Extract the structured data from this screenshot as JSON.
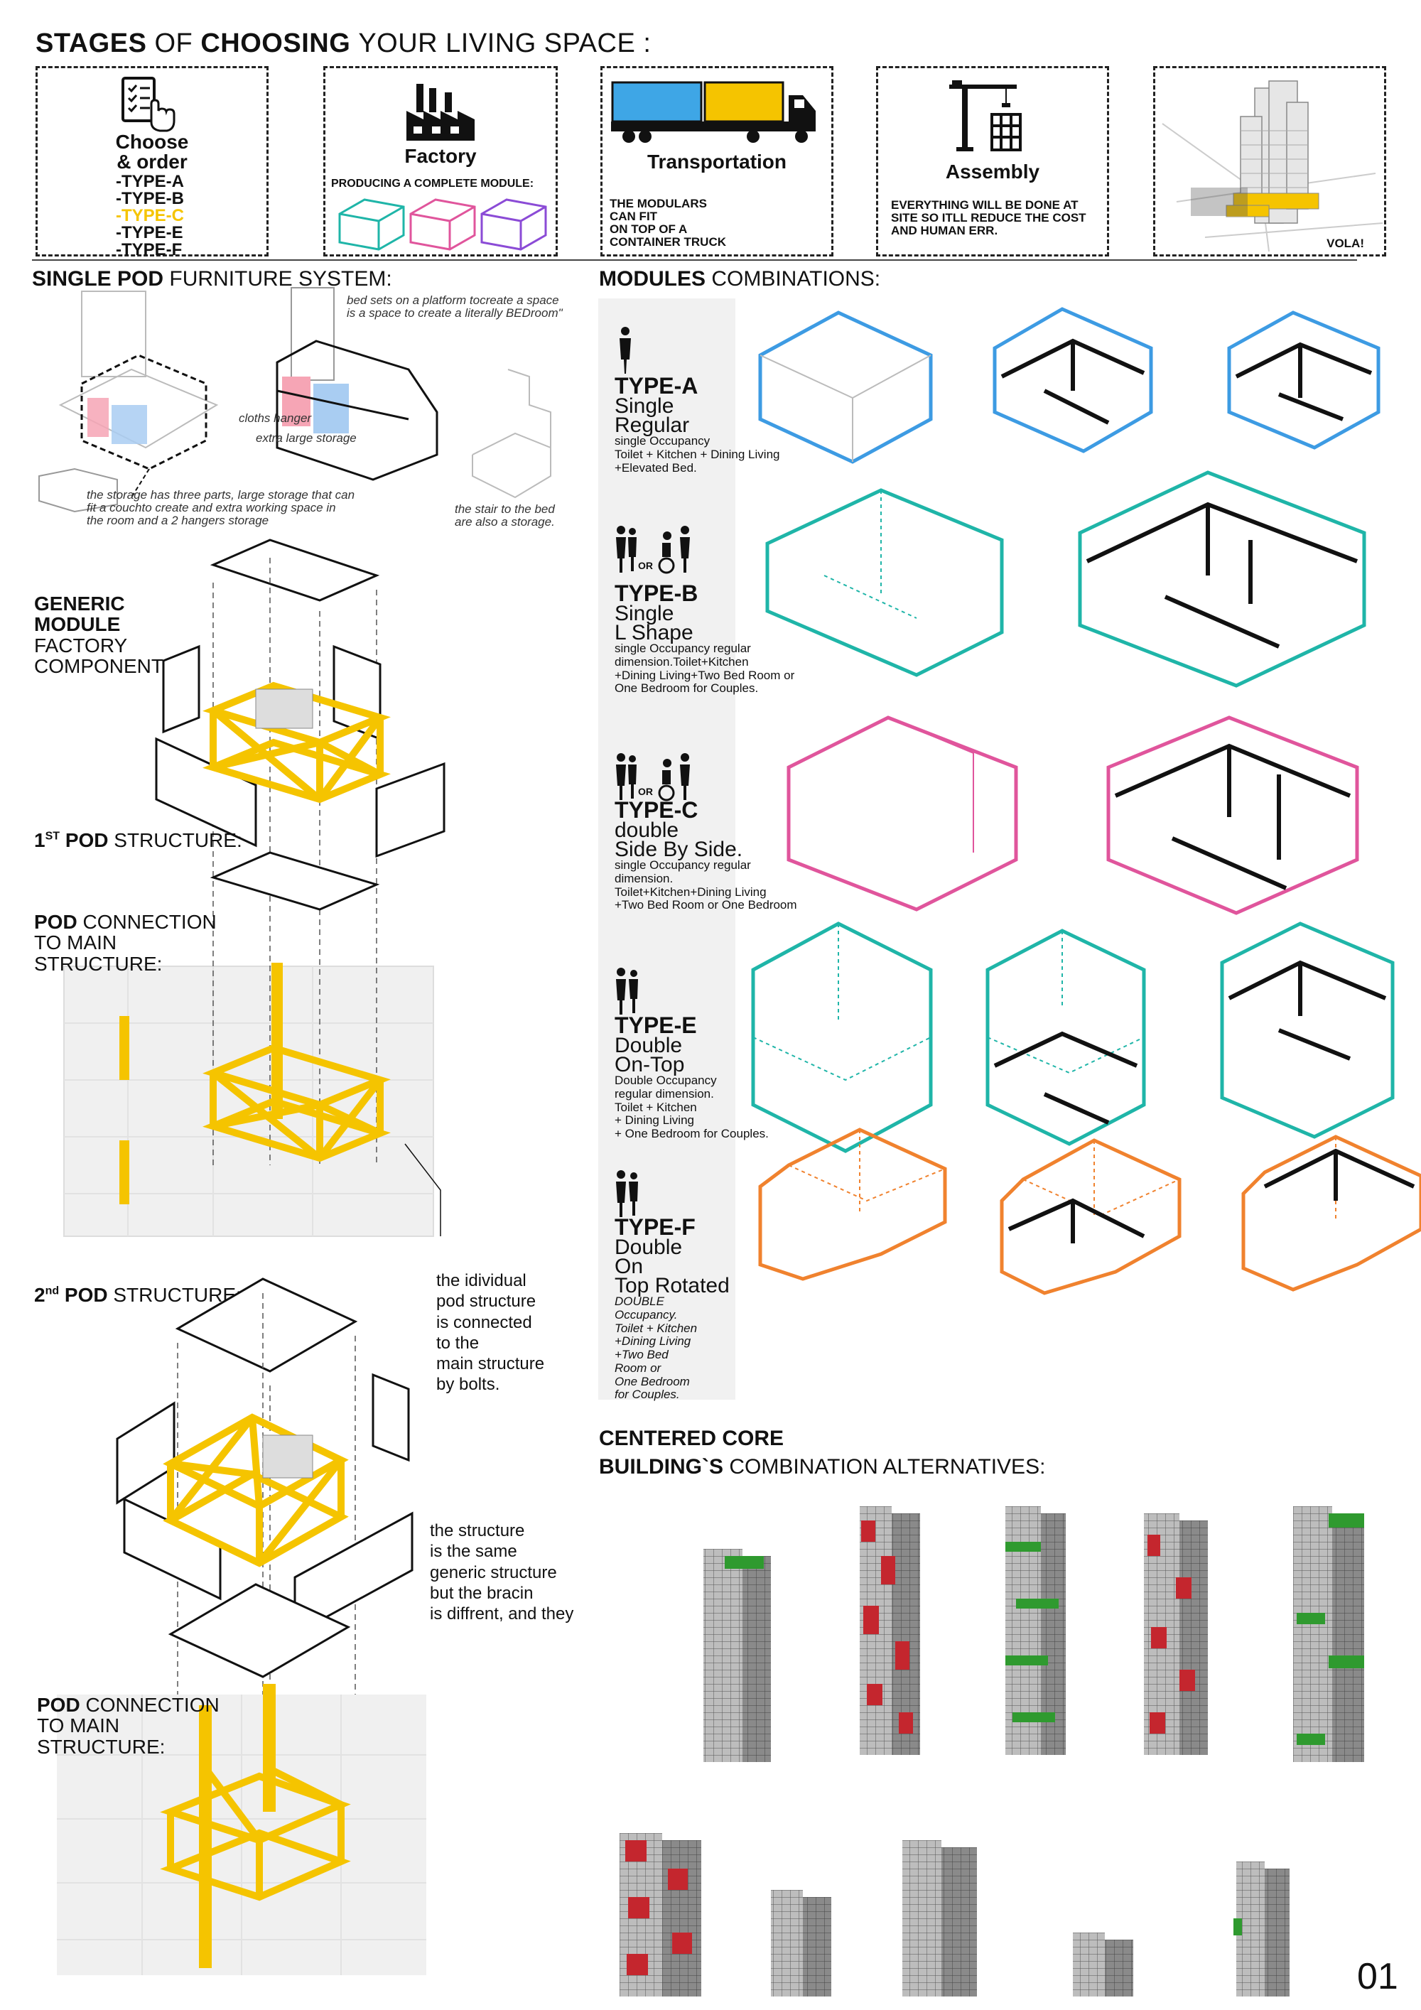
{
  "header": {
    "bold1": "STAGES",
    "w1": "OF",
    "bold2": "CHOOSING",
    "w2": "YOUR LIVING SPACE :"
  },
  "stages": {
    "choose": {
      "title_l1": "Choose",
      "title_l2": "& order",
      "types": [
        "-TYPE-A",
        "-TYPE-B",
        "-TYPE-C",
        "-TYPE-E",
        "-TYPE-F"
      ]
    },
    "factory": {
      "title": "Factory",
      "caption": "PRODUCING A COMPLETE MODULE:"
    },
    "transport": {
      "title": "Transportation",
      "caption": [
        "THE MODULARS",
        "CAN FIT",
        "ON TOP OF A",
        "CONTAINER TRUCK"
      ]
    },
    "assembly": {
      "title": "Assembly",
      "caption": [
        "EVERYTHING WILL BE DONE AT",
        "SITE SO ITLL REDUCE THE COST",
        "AND HUMAN ERR."
      ]
    },
    "vola": {
      "caption": "VOLA!"
    }
  },
  "pod_furniture": {
    "heading_bold": "SINGLE POD",
    "heading_thin": "FURNITURE SYSTEM:",
    "note_bed": [
      "bed sets on a platform tocreate a space",
      "is a space to create a literally BEDroom\""
    ],
    "note_cloths": "cloths hanger",
    "note_extra": "extra large storage",
    "note_storage": [
      "the storage has three parts, large storage that can",
      "fit a couchto create and extra working space in",
      "the room and a 2 hangers storage"
    ],
    "note_stair": [
      "the stair to the bed",
      "are also a storage."
    ]
  },
  "generic": {
    "l1": "GENERIC",
    "l2": "MODULE",
    "l3": "FACTORY",
    "l4": "COMPONENTS"
  },
  "labels": {
    "pod1_sup": "ST",
    "pod1_bold": "POD",
    "pod1_thin": "STRUCTURE:",
    "pod1_num": "1",
    "conn1": [
      "CONNECTION",
      "TO MAIN",
      "STRUCTURE:"
    ],
    "conn_bold": "POD",
    "pod2_num": "2",
    "pod2_sup": "nd",
    "pod2_bold": "POD",
    "pod2_thin": "STRUCTURE:",
    "conn2": [
      "CONNECTION",
      "TO MAIN",
      "STRUCTURE:"
    ]
  },
  "notes": {
    "bolts": [
      "the idividual",
      "pod structure",
      "is connected",
      "to the",
      "main structure",
      "by bolts."
    ],
    "bracing": [
      "the structure",
      "is the same",
      "generic structure",
      "but the bracin",
      "is diffrent, and they"
    ]
  },
  "modules": {
    "heading_bold": "MODULES",
    "heading_thin": "COMBINATIONS:",
    "or": "OR",
    "types": [
      {
        "title": "TYPE-A",
        "sub": [
          "Single",
          "Regular"
        ],
        "desc": [
          "single Occupancy",
          "Toilet + Kitchen + Dining Living",
          "+Elevated Bed."
        ],
        "color": "#3d9be3"
      },
      {
        "title": "TYPE-B",
        "sub": [
          "Single",
          "L Shape"
        ],
        "desc": [
          "single Occupancy regular",
          "dimension.Toilet+Kitchen",
          "+Dining Living+Two Bed Room or",
          "One Bedroom for Couples."
        ],
        "color": "#1fb5a8"
      },
      {
        "title": "TYPE-C",
        "sub": [
          "double",
          "Side By Side."
        ],
        "desc": [
          "single Occupancy regular",
          "dimension.",
          "Toilet+Kitchen+Dining Living",
          "+Two Bed Room or One Bedroom"
        ],
        "color": "#e0559c"
      },
      {
        "title": "TYPE-E",
        "sub": [
          "Double",
          "On-Top"
        ],
        "desc": [
          "Double Occupancy",
          "regular dimension.",
          "Toilet + Kitchen",
          "+ Dining Living",
          "+ One Bedroom for Couples."
        ],
        "color": "#1fb5a8"
      },
      {
        "title": "TYPE-F",
        "sub": [
          "Double",
          "On",
          "Top Rotated"
        ],
        "desc": [
          "DOUBLE",
          "Occupancy.",
          "Toilet + Kitchen",
          "+Dining Living",
          "+Two Bed",
          "Room or",
          "One Bedroom",
          "for Couples."
        ],
        "color": "#f0822e"
      }
    ]
  },
  "core": {
    "l1": "CENTERED CORE",
    "l2_bold": "BUILDING`S",
    "l2_thin": "COMBINATION ALTERNATIVES:"
  },
  "page_number": "01",
  "colors": {
    "yellow": "#f5c400",
    "truck_blue": "#3ea6e6",
    "truck_yellow": "#f5c400",
    "red": "#c4262e",
    "green": "#2f9a2f",
    "gray": "#9a9a9a"
  }
}
